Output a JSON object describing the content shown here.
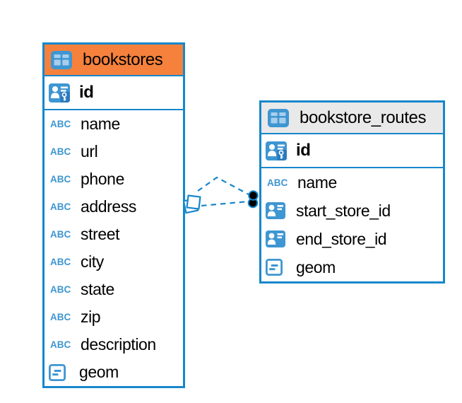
{
  "colors": {
    "canvas_bg": "#FFFFFF",
    "accent_blue": "#1787CB",
    "icon_blue": "#3E96D2",
    "icon_blue_light": "#A8CEEC",
    "icon_blue_dark": "#2B7BBE",
    "bookstores_header_bg": "#F6813C",
    "routes_header_bg": "#E9E9E9",
    "text": "#000000",
    "relation_marker_fill": "#000000"
  },
  "icon_glyphs": {
    "text_type_label": "ABC"
  },
  "tables": [
    {
      "name": "bookstores",
      "header_icon": "table-icon",
      "columns": [
        {
          "name": "id",
          "type": "pk",
          "icon": "primary-key-icon"
        },
        {
          "name": "name",
          "type": "abc",
          "icon": "text-type-icon"
        },
        {
          "name": "url",
          "type": "abc",
          "icon": "text-type-icon"
        },
        {
          "name": "phone",
          "type": "abc",
          "icon": "text-type-icon"
        },
        {
          "name": "address",
          "type": "abc",
          "icon": "text-type-icon"
        },
        {
          "name": "street",
          "type": "abc",
          "icon": "text-type-icon"
        },
        {
          "name": "city",
          "type": "abc",
          "icon": "text-type-icon"
        },
        {
          "name": "state",
          "type": "abc",
          "icon": "text-type-icon"
        },
        {
          "name": "zip",
          "type": "abc",
          "icon": "text-type-icon"
        },
        {
          "name": "description",
          "type": "abc",
          "icon": "text-type-icon"
        },
        {
          "name": "geom",
          "type": "geom",
          "icon": "geometry-type-icon"
        }
      ]
    },
    {
      "name": "bookstore_routes",
      "header_icon": "table-icon",
      "columns": [
        {
          "name": "id",
          "type": "pk",
          "icon": "primary-key-icon"
        },
        {
          "name": "name",
          "type": "abc",
          "icon": "text-type-icon"
        },
        {
          "name": "start_store_id",
          "type": "fk",
          "icon": "foreign-key-person-icon"
        },
        {
          "name": "end_store_id",
          "type": "fk",
          "icon": "foreign-key-person-icon"
        },
        {
          "name": "geom",
          "type": "geom",
          "icon": "geometry-type-icon"
        }
      ]
    }
  ],
  "relationship": {
    "from_table": "bookstores",
    "to_table": "bookstore_routes",
    "line_style": "dashed",
    "line_count": 2,
    "bookstores_end_marker": "overlapping-white-diamonds",
    "routes_end_marker": "overlapping-black-filled-circles"
  }
}
